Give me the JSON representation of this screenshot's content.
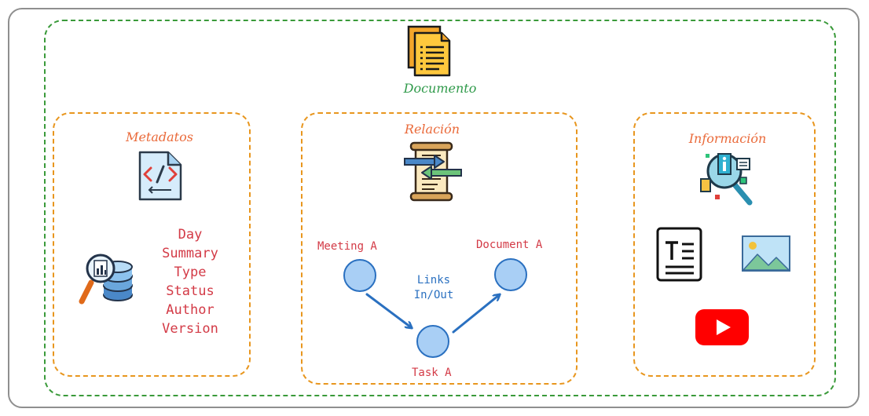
{
  "documento": {
    "title": "Documento",
    "icon": "document-pages-icon"
  },
  "metadatos": {
    "title": "Metadatos",
    "icons": [
      "code-file-icon",
      "database-search-icon"
    ],
    "fields": [
      "Day",
      "Summary",
      "Type",
      "Status",
      "Author",
      "Version"
    ]
  },
  "relacion": {
    "title": "Relación",
    "icon": "scroll-exchange-icon",
    "nodes": {
      "meeting": "Meeting A",
      "document": "Document A",
      "task": "Task A"
    },
    "links_label": [
      "Links",
      "In/Out"
    ]
  },
  "informacion": {
    "title": "Información",
    "icons": [
      "info-search-icon",
      "text-icon",
      "image-icon",
      "youtube-play-icon"
    ]
  },
  "colors": {
    "outer_border": "#8f8f8f",
    "document_border": "#3a9a3a",
    "section_border": "#e8961e",
    "section_title": "#ea6a3a",
    "field_text": "#d33a46",
    "node_fill": "#a9cff5",
    "arrow": "#2a70c0"
  }
}
